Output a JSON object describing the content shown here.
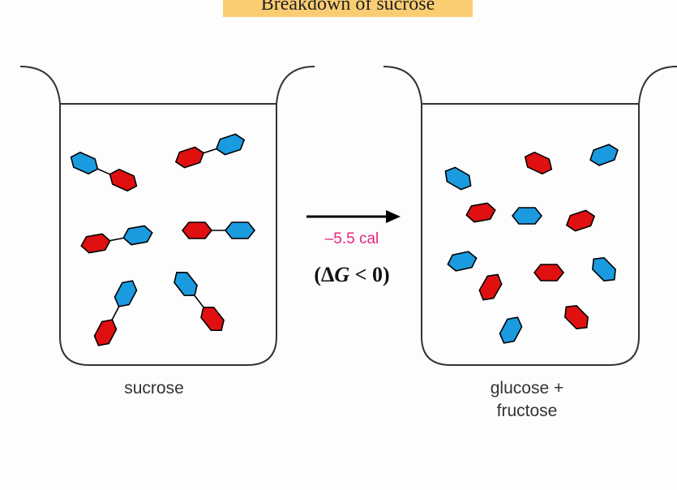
{
  "title": "Breakdown of sucrose",
  "left_label": "sucrose",
  "right_label_line1": "glucose +",
  "right_label_line2": "fructose",
  "energy_label": "–5.5 cal",
  "delta_g": {
    "open": "(Δ",
    "var": "G",
    "rest": " < 0)"
  },
  "colors": {
    "glucose": "#1a9be0",
    "fructose": "#e01010",
    "energy": "#e8257d",
    "title_bg": "#fbcd73"
  },
  "icons": {
    "arrow": "right-arrow-icon",
    "beaker": "beaker-icon",
    "molecule": "hexagon-molecule-icon"
  }
}
